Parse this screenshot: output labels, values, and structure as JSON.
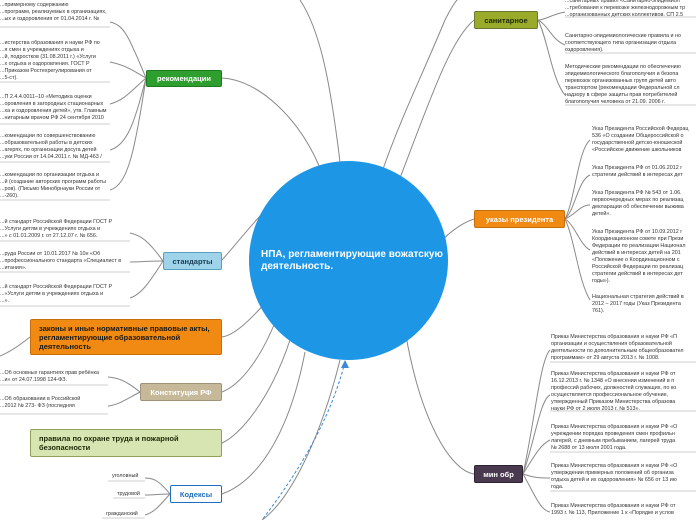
{
  "center": {
    "title": "НПА, регламентирующие вожатскую деятельность."
  },
  "topics": {
    "sanitary": "санитарное",
    "president": "указы президента",
    "min_obr": "мин обр",
    "recommendations": "рекомендации",
    "standards": "стандарты",
    "laws": "законы и иные нормативные правовые акты, регламентирующие образовательной деятельность",
    "constitution": "Конституция РФ",
    "safety": "правила по охране труда и пожарной безопасности",
    "codes": "Кодексы"
  },
  "codes_items": [
    "уголовный",
    "трудовой",
    "гражданский"
  ],
  "left_leaves": {
    "rec_1": "...примерному содержанию\n...программ, реализуемых в организациях,\n...ых и оздоровления от 01.04.2014 г. №",
    "rec_2": "...истерства образования и науки РФ по\n...я смен в учреждениях отдыха и\n...й, подростков (31.08.2011 г.) «Услуги\n...х отдыха и оздоровления. ГОСТ Р\n...Приказом Ростехрегулирования от\n...5-ст).",
    "rec_3": "...П 2.4.4.0011–10 «Методика оценки\n...оровления в загородных стационарных\n...ха и оздоровления детей», утв. Главным\n...нитарным врачом РФ 24 сентября 2010",
    "rec_4": "...комендации по совершенствованию\n...образовательной работы в детских\n...агерях, по организации досуга детей\n...уки России от 14.04.2011 г. № МД-463 /",
    "rec_5": "...комендации по организации отдыха и\n...й (создание авторских программ работы\n...ров). (Письмо Минобрнауки России от\n...-260).",
    "std_1": "...й стандарт Российской Федерации ГОСТ Р\n...Услуги детям в учреждениях отдыха и\n...» с 01.01.2009 г. от 27.12.07 г. № 656.",
    "std_2": "...руда России от 10.01.2017 № 10н «Об\n...профессионального стандарта «Специалист в\n...итания».",
    "std_3": "...й стандарт Российской Федерации ГОСТ Р\n...«Услуги детям в учреждениях отдыха и\n...».",
    "const_1": "...Об основных гарантиях прав ребёнка\n...и» от 24.07.1998 124-ФЗ.",
    "const_2": "...Об образовании в Российской\n...2012 № 273- ФЗ (последняя"
  },
  "right_leaves": {
    "san_1": "...санитарных правил «Санитарно-эпидемиол\n...требования к перевозке железнодорожным тр\n...организованных детских коллективов. СП 2.5",
    "san_2": "Санитарно-эпидемиологические правила и но\nсоответствующего типа организации отдыха\nоздоровления).",
    "san_3": "Методические рекомендации по обеспечению\nэпидемиологического благополучия и безопа\nперевозок организованных групп детей авто\nтранспортом (рекомендации Федеральной сл\nнадзору в сфере защиты прав потребителей\nблагополучия человека от 21.09. 2006 г.",
    "pres_1": "Указ Президента Российской Федерац\n536 «О создании Общероссийской о\nгосударственной детско-юношеской\n«Российское движение школьников",
    "pres_2": "Указ Президента РФ от 01.06.2012 г\nстратегии действий в интересах дет",
    "pres_3": "Указ Президента РФ № 543 от 1.06.\nпервоочередных мерах по реализац\nдекларации об обеспечении выжива\nдетей».",
    "pres_4": "Указ Президента РФ от 10.09.2012 г\nКоординационном совете при Прези\nФедерации по реализации Национал\nдействий в интересах детей на 201\n«Положение о Координационном с\nРоссийской Федерации по реализац\nстратегии действий в интересах дет\nгоды»).",
    "pres_5": "Национальная стратегия действий в\n2012 – 2017 годы (Указ Президента\n761).",
    "min_1": "Приказ Министерства образования и науки РФ «П\nорганизации и осуществления образовательной\nдеятельности по дополнительным общеобразовател\nпрограммам» от 29 августа 2013 г. № 1008.",
    "min_2": "Приказ Министерства образования и науки РФ от\n16.12.2013 г. № 1348 «О внесении изменений в п\nпрофессий рабочих, должностей служащих, по ко\nосуществляется профессиональное обучение,\nутвержденный Приказом Министерства образова\nнауки РФ от 2 июля 2013 г. № 513».",
    "min_3": "Приказ Министерства образования и науки РФ «О\nучреждении порядка проведения смен профильн\nлагерей, с дневным пребыванием, лагерей труда\n№ 2688 от 13 июля 2001 года.",
    "min_4": "Приказ Министерства образования и науки РФ «О\nутверждении примерных положений об организа\nотдыха детей и их оздоровления» № 656 от 13 ию\nгода.",
    "min_5": "Приказ Министерства образования и науки РФ от\n1993 г. № 113, Приложение 1 к «Порядке и услов"
  },
  "colors": {
    "center": "#1e96e6",
    "green_topic": "#2e9e2e",
    "olive_topic": "#9aab2c",
    "orange_topic": "#f08a12",
    "light_blue_topic": "#9ed3ea",
    "khaki_topic": "#c6b99a",
    "light_green_topic": "#d7e5b3",
    "dark_purple_topic": "#4a3a4f",
    "wire": "#8a8a8a"
  }
}
